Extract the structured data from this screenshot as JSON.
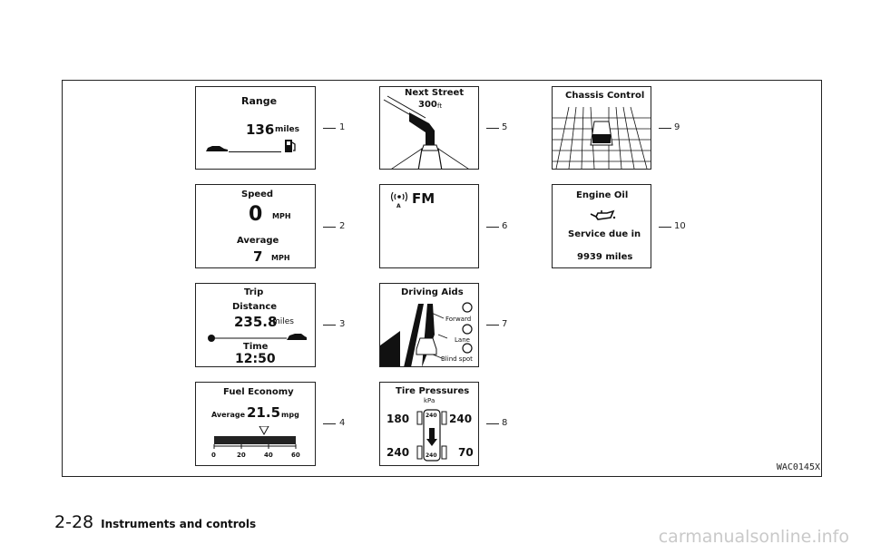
{
  "panels": {
    "range": {
      "title": "Range",
      "value": "136",
      "unit": "miles"
    },
    "speed": {
      "title": "Speed",
      "value": "0",
      "unit": "MPH",
      "avg_label": "Average",
      "avg_value": "7",
      "avg_unit": "MPH"
    },
    "trip": {
      "title": "Trip",
      "distance_label": "Distance",
      "distance_value": "235.8",
      "distance_unit": "miles",
      "time_label": "Time",
      "time_value": "12:50"
    },
    "fuel": {
      "title": "Fuel Economy",
      "avg_label": "Average",
      "value": "21.5",
      "unit": "mpg",
      "scale": [
        "0",
        "20",
        "40",
        "60"
      ]
    },
    "nav": {
      "title": "Next Street",
      "distance": "300",
      "unit": "ft"
    },
    "audio": {
      "source": "FM",
      "antenna_sub": "A"
    },
    "driving_aids": {
      "title": "Driving Aids",
      "forward": "Forward",
      "lane": "Lane",
      "blind_spot": "Blind spot"
    },
    "tire": {
      "title": "Tire Pressures",
      "unit": "kPa",
      "front_left": "180",
      "front_right": "240",
      "rear_left": "240",
      "rear_right": "70",
      "front_center": "240",
      "rear_center": "240"
    },
    "chassis": {
      "title": "Chassis Control"
    },
    "oil": {
      "title": "Engine Oil",
      "service_label": "Service due in",
      "miles": "9939 miles"
    }
  },
  "callouts": [
    "1",
    "2",
    "3",
    "4",
    "5",
    "6",
    "7",
    "8",
    "9",
    "10"
  ],
  "figure_id": "WAC0145X",
  "footer": {
    "page_number": "2-28",
    "section": "Instruments and controls"
  },
  "watermark": "carmanualsonline.info"
}
